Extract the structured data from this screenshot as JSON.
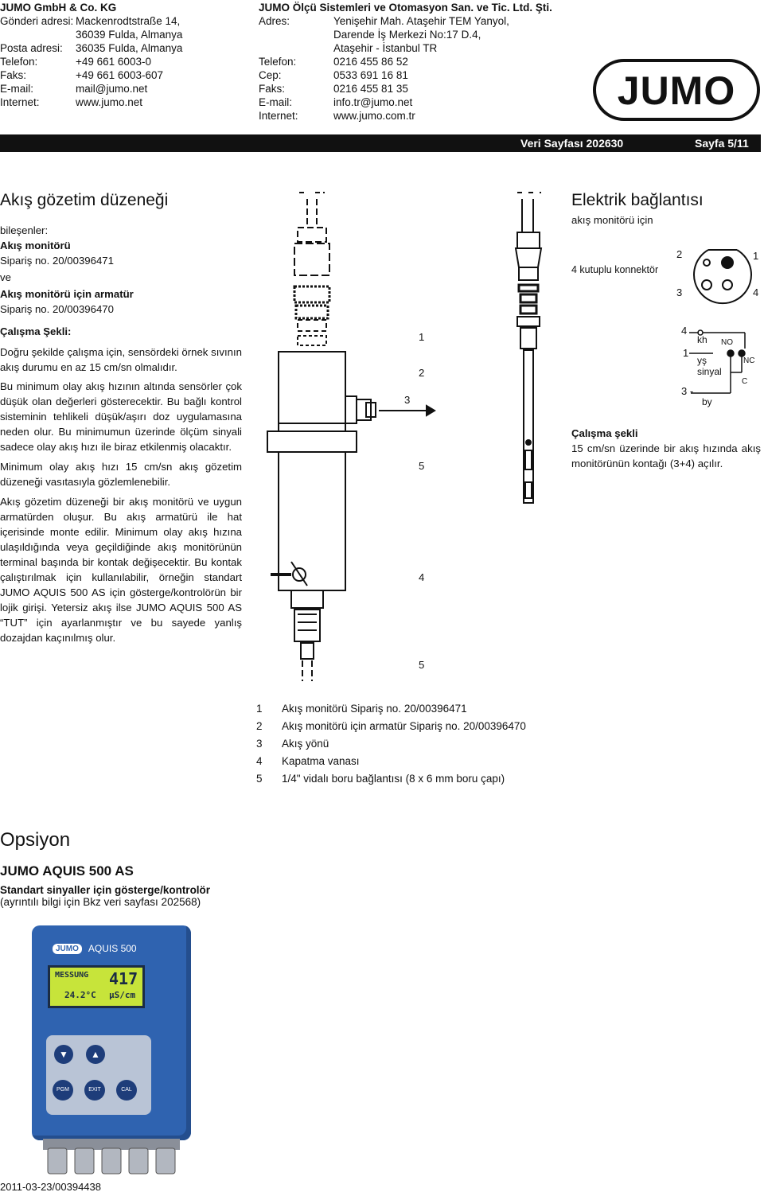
{
  "header_left": {
    "company": "JUMO GmbH & Co. KG",
    "rows": [
      {
        "label": "Gönderi adresi:",
        "value": "Mackenrodtstraße 14,"
      },
      {
        "label": "",
        "value": "36039 Fulda, Almanya"
      },
      {
        "label": "Posta adresi:",
        "value": "36035 Fulda, Almanya"
      },
      {
        "label": "Telefon:",
        "value": "+49 661 6003-0"
      },
      {
        "label": "Faks:",
        "value": "+49 661 6003-607"
      },
      {
        "label": "E-mail:",
        "value": "mail@jumo.net"
      },
      {
        "label": "Internet:",
        "value": "www.jumo.net"
      }
    ]
  },
  "header_right": {
    "company": "JUMO Ölçü Sistemleri ve Otomasyon San. ve Tic. Ltd. Şti.",
    "rows": [
      {
        "label": "Adres:",
        "value": "Yenişehir Mah. Ataşehir TEM Yanyol,"
      },
      {
        "label": "",
        "value": "Darende İş Merkezi No:17 D.4,"
      },
      {
        "label": "",
        "value": "Ataşehir - İstanbul TR"
      },
      {
        "label": "Telefon:",
        "value": "0216 455 86 52"
      },
      {
        "label": "Cep:",
        "value": "0533 691 16 81"
      },
      {
        "label": "Faks:",
        "value": "0216 455 81 35"
      },
      {
        "label": "E-mail:",
        "value": "info.tr@jumo.net"
      },
      {
        "label": "Internet:",
        "value": "www.jumo.com.tr"
      }
    ]
  },
  "logo_text": "JUMO",
  "bar": {
    "datasheet": "Veri Sayfası 202630",
    "page": "Sayfa 5/11"
  },
  "left": {
    "title": "Akış gözetim düzeneği",
    "components_label": "bileşenler:",
    "comp1_name": "Akış monitörü",
    "comp1_order": "Sipariş no. 20/00396471",
    "and": "ve",
    "comp2_name": "Akış monitörü için armatür",
    "comp2_order": "Sipariş no. 20/00396470",
    "method_heading": "Çalışma Şekli:",
    "p1": "Doğru şekilde çalışma için, sensördeki örnek sıvının akış durumu en az 15 cm/sn olmalıdır.",
    "p2": "Bu minimum olay akış hızının altında sensörler çok düşük olan değerleri gösterecektir. Bu bağlı kontrol sisteminin tehlikeli düşük/aşırı doz uygulamasına neden olur. Bu minimumun üzerinde ölçüm sinyali sadece olay akış hızı ile biraz etkilenmiş olacaktır.",
    "p3": "Minimum olay akış hızı 15 cm/sn akış gözetim düzeneği vasıtasıyla gözlemlenebilir.",
    "p4": "Akış gözetim düzeneği bir akış monitörü ve uygun armatürden oluşur. Bu akış armatürü ile hat içerisinde monte edilir. Minimum olay akış hızına ulaşıldığında veya geçildiğinde akış monitörünün terminal başında bir kontak değişecektir. Bu kontak çalıştırılmak için kullanılabilir, örneğin standart JUMO AQUIS 500 AS için gösterge/kontrolörün bir lojik girişi. Yetersiz akış ilse JUMO AQUIS 500 AS “TUT” için ayarlanmıştır ve bu sayede yanlış dozajdan kaçınılmış olur."
  },
  "drawing_labels": {
    "l1": "1",
    "l2": "2",
    "l3": "3",
    "l5a": "5",
    "l4": "4",
    "l5b": "5"
  },
  "legend": [
    {
      "n": "1",
      "text": "Akış monitörü  Sipariş no. 20/00396471"
    },
    {
      "n": "2",
      "text": "Akış monitörü için armatür Sipariş no. 20/00396470"
    },
    {
      "n": "3",
      "text": "Akış yönü"
    },
    {
      "n": "4",
      "text": "Kapatma vanası"
    },
    {
      "n": "5",
      "text": "1/4\" vidalı boru bağlantısı (8 x 6 mm boru çapı)"
    }
  ],
  "right": {
    "title": "Elektrik bağlantısı",
    "subtitle": "akış monitörü için",
    "connector_label": "4 kutuplu konnektör",
    "pins": {
      "p1": "1",
      "p2": "2",
      "p3": "3",
      "p4": "4"
    },
    "wiring": {
      "w4": "4",
      "w1": "1",
      "w3": "3 -",
      "kh": "kh",
      "ys": "yş",
      "sinyal": "sinyal",
      "by": "by",
      "no": "NO",
      "nc": "NC",
      "c": "C"
    },
    "method_heading": "Çalışma şekli",
    "method_text": "15 cm/sn üzerinde bir akış hızında akış monitörünün kontağı (3+4) açılır."
  },
  "option": {
    "heading": "Opsiyon",
    "product": "JUMO AQUIS 500 AS",
    "desc": "Standart sinyaller için gösterge/kontrolör",
    "note": "(ayrıntılı bilgi için Bkz veri sayfası 202568)",
    "device": {
      "brand": "JUMO",
      "model": "AQUIS 500",
      "lcd_label": "MESSUNG",
      "lcd_value": "417",
      "lcd_temp": "24.2°C",
      "lcd_unit": "µS/cm",
      "btn_pgm": "PGM",
      "btn_exit": "EXIT",
      "btn_cal": "CAL"
    }
  },
  "footer": "2011-03-23/00394438",
  "colors": {
    "device_body": "#2f63b0",
    "lcd": "#c7e43a",
    "bar": "#111111"
  }
}
